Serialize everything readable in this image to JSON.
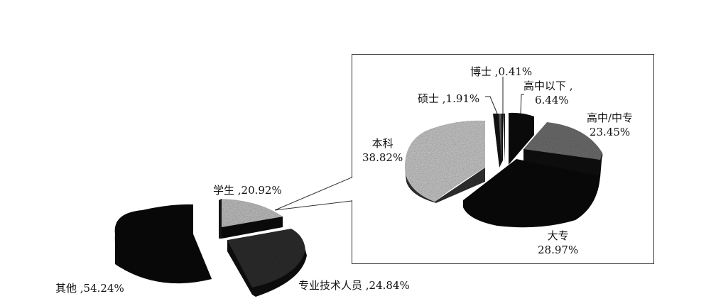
{
  "chart_data": {
    "type": "pie",
    "subtype": "pie-of-pie, exploded 3D",
    "title": "",
    "main_pie": {
      "categories": [
        "其他",
        "学生",
        "专业技术人员"
      ],
      "values": [
        54.24,
        20.92,
        24.84
      ],
      "unit": "%",
      "exploded_slice": "学生"
    },
    "secondary_pie": {
      "breakdown_of": "学生",
      "categories": [
        "高中以下",
        "高中/中专",
        "大专",
        "本科",
        "硕士",
        "博士"
      ],
      "values": [
        6.44,
        23.45,
        28.97,
        38.82,
        1.91,
        0.41
      ],
      "unit": "%"
    },
    "legend": "none (data labels on slices)",
    "grid": false
  },
  "labels": {
    "other": "其他 ,54.24%",
    "student": "学生 ,20.92%",
    "professional": "专业技术人员 ,24.84%",
    "doctor": "博士 ,0.41%",
    "master": "硕士 ,1.91%",
    "below_high_line1": "高中以下 ,",
    "below_high_line2": "6.44%",
    "high_school_line1": "高中/中专",
    "high_school_line2": "23.45%",
    "bachelor_line1": "本科",
    "bachelor_line2": "38.82%",
    "college_line1": "大专",
    "college_line2": "28.97%"
  },
  "colors": {
    "dark": "#0d0d0d",
    "dark_textured": "#2a2a2a",
    "light_textured": "#b9b9b9",
    "mid_textured": "#7a7a7a",
    "line": "#333333"
  }
}
